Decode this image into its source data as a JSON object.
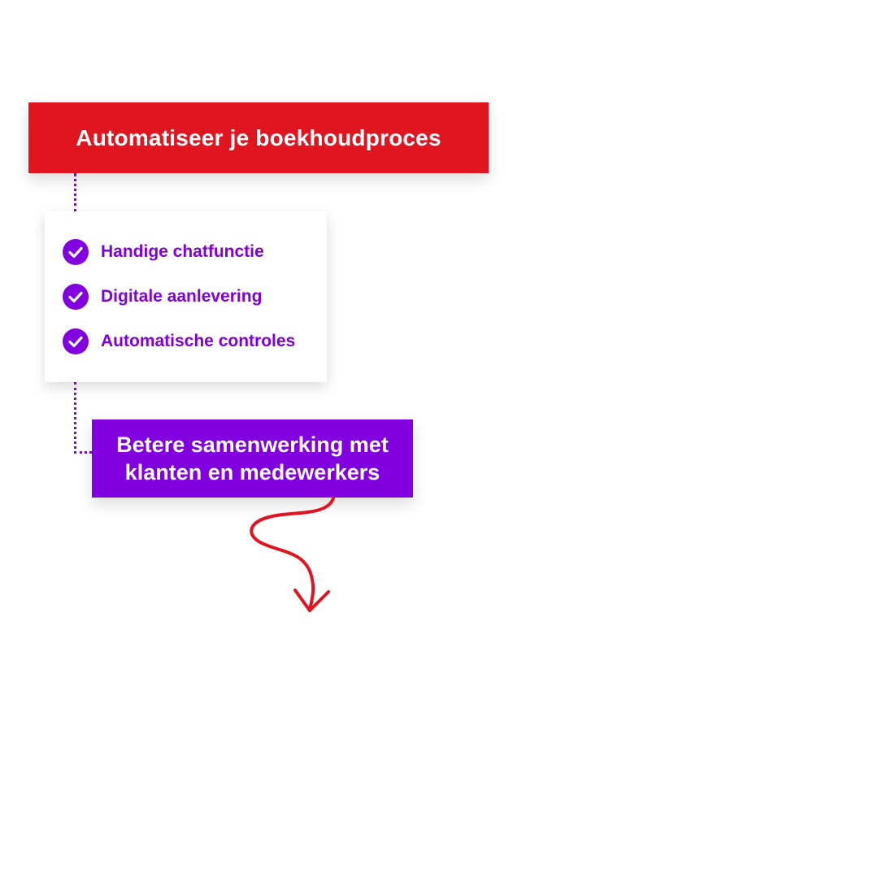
{
  "header": {
    "title": "Automatiseer je boekhoudproces"
  },
  "features": {
    "items": [
      {
        "label": "Handige chatfunctie",
        "icon": "check-circle-icon"
      },
      {
        "label": "Digitale aanlevering",
        "icon": "check-circle-icon"
      },
      {
        "label": "Automatische controles",
        "icon": "check-circle-icon"
      }
    ]
  },
  "callout": {
    "text": "Betere samenwerking met klanten en medewerkers"
  },
  "colors": {
    "red": "#e01520",
    "purple": "#8200e0",
    "purple_text": "#8000d8",
    "white": "#ffffff"
  }
}
